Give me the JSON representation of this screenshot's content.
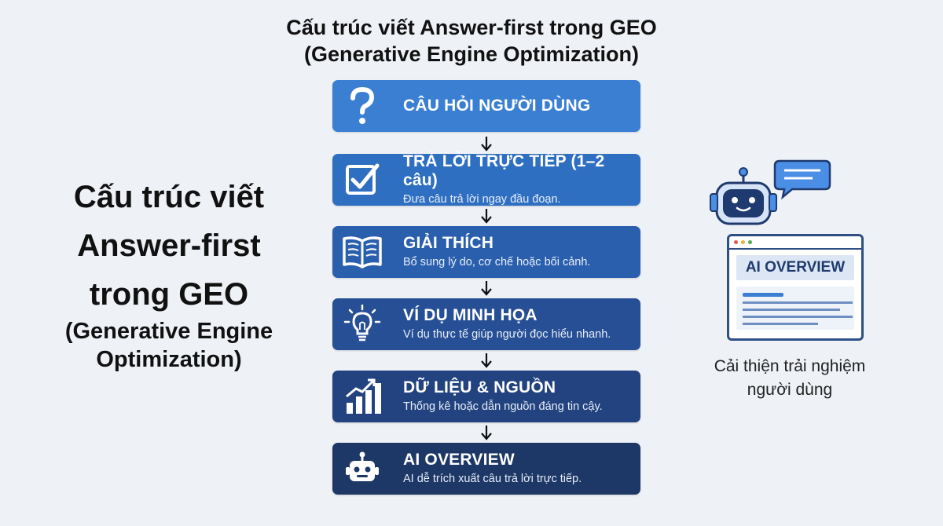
{
  "header": {
    "title_line1": "Cấu trúc viết Answer-first trong GEO",
    "title_line2": "(Generative Engine Optimization)"
  },
  "side": {
    "line1": "Cấu trúc viết",
    "line2": "Answer-first",
    "line3": "trong GEO",
    "line4": "(Generative Engine",
    "line5": "Optimization)"
  },
  "steps": [
    {
      "icon": "question-mark-icon",
      "title": "CÂU HỎI NGƯỜI DÙNG",
      "subtitle": "",
      "color": "#3a7fd2"
    },
    {
      "icon": "checkbox-icon",
      "title": "TRẢ LỜI TRỰC TIẾP (1–2 câu)",
      "subtitle": "Đưa câu trả lời ngay đầu đoạn.",
      "color": "#2f6fc1"
    },
    {
      "icon": "open-book-icon",
      "title": "GIẢI THÍCH",
      "subtitle": "Bổ sung lý do, cơ chế hoặc bối cảnh.",
      "color": "#2a5fae"
    },
    {
      "icon": "lightbulb-icon",
      "title": "VÍ DỤ MINH HỌA",
      "subtitle": "Ví dụ thực tế giúp người đọc hiểu nhanh.",
      "color": "#274f95"
    },
    {
      "icon": "bar-chart-icon",
      "title": "DỮ LIỆU & NGUỒN",
      "subtitle": "Thống kê hoặc dẫn nguồn đáng tin cậy.",
      "color": "#22437f"
    },
    {
      "icon": "robot-icon",
      "title": "AI OVERVIEW",
      "subtitle": "AI dễ trích xuất câu trả lời trực tiếp.",
      "color": "#1d3766"
    }
  ],
  "aside": {
    "window_label": "AI OVERVIEW",
    "caption_line1": "Cải thiện trải nghiệm",
    "caption_line2": "người dùng"
  }
}
